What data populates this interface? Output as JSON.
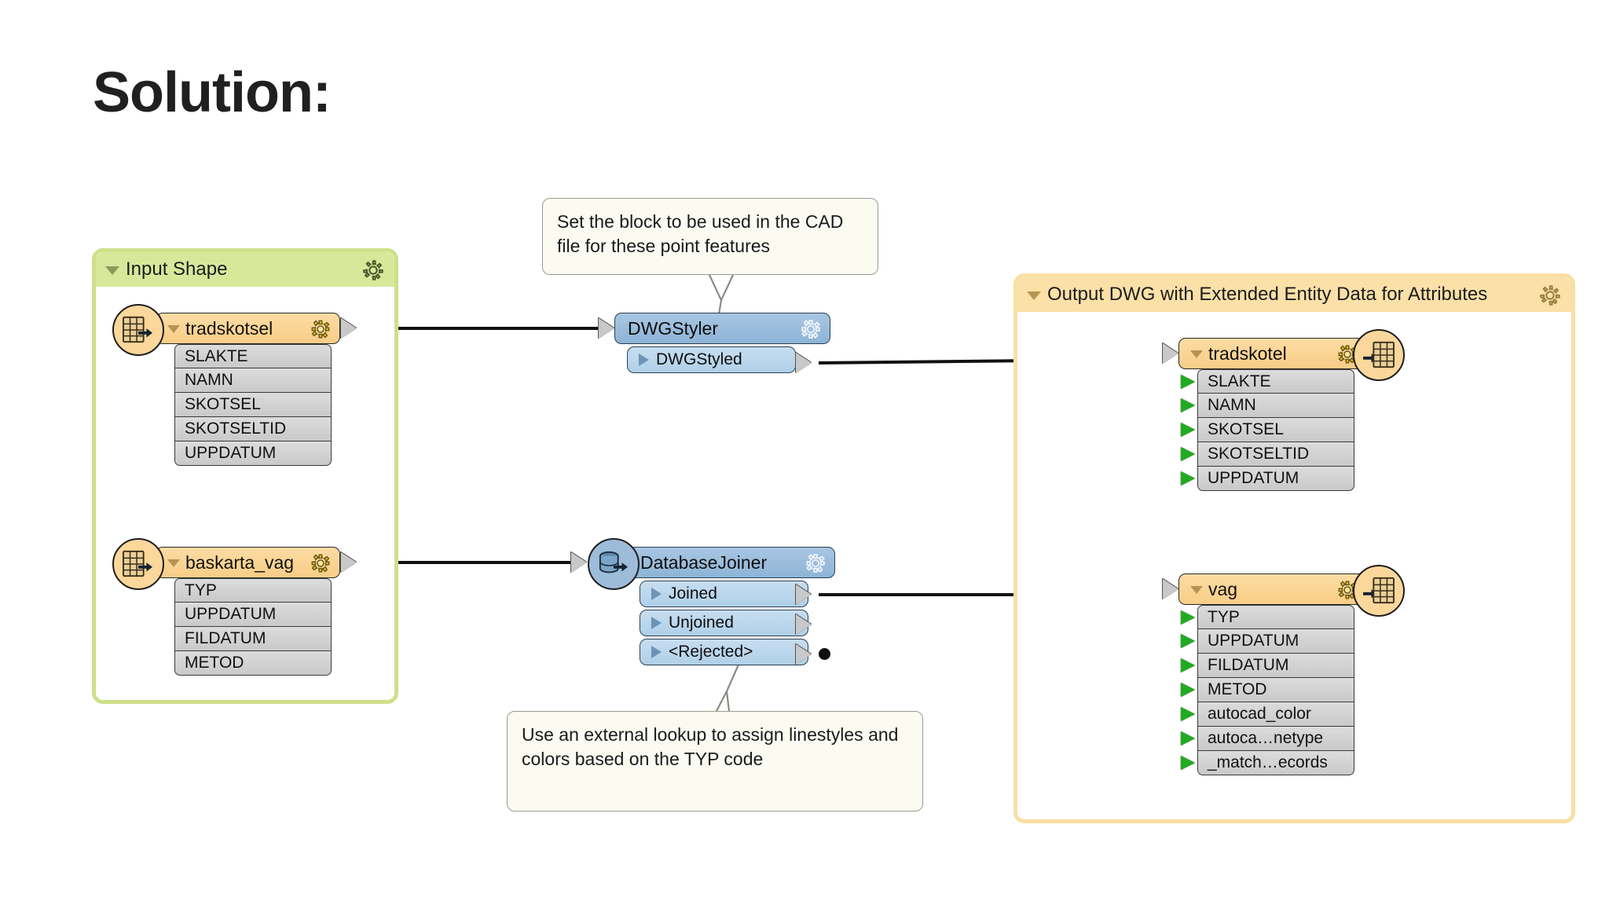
{
  "slide": {
    "title": "Solution:"
  },
  "groups": {
    "input": {
      "title": "Input Shape",
      "color": "#d8e89b",
      "border": "#cfe08a",
      "gear_icon": "gear-icon",
      "collapse_icon": "triangle-down-icon"
    },
    "output": {
      "title": "Output DWG with Extended Entity Data for Attributes",
      "color": "#fbe0a8",
      "border": "#fadfa4",
      "gear_icon": "gear-icon",
      "collapse_icon": "triangle-down-icon"
    }
  },
  "readers": [
    {
      "name": "tradskotsel",
      "icon": "table-reader-icon",
      "gear_icon": "gear-icon",
      "collapse_icon": "triangle-down-icon",
      "attributes": [
        "SLAKTE",
        "NAMN",
        "SKOTSEL",
        "SKOTSELTID",
        "UPPDATUM"
      ]
    },
    {
      "name": "baskarta_vag",
      "icon": "table-reader-icon",
      "gear_icon": "gear-icon",
      "collapse_icon": "triangle-down-icon",
      "attributes": [
        "TYP",
        "UPPDATUM",
        "FILDATUM",
        "METOD"
      ]
    }
  ],
  "transformers": [
    {
      "name": "DWGStyler",
      "icon": "",
      "gear_icon": "gear-icon",
      "ports": [
        "DWGStyled"
      ]
    },
    {
      "name": "DatabaseJoiner",
      "icon": "database-icon",
      "gear_icon": "gear-icon",
      "ports": [
        "Joined",
        "Unjoined",
        "<Rejected>"
      ]
    }
  ],
  "writers": [
    {
      "name": "tradskotel",
      "icon": "table-writer-icon",
      "gear_icon": "gear-icon",
      "collapse_icon": "triangle-down-icon",
      "attributes": [
        "SLAKTE",
        "NAMN",
        "SKOTSEL",
        "SKOTSELTID",
        "UPPDATUM"
      ]
    },
    {
      "name": "vag",
      "icon": "table-writer-icon",
      "gear_icon": "gear-icon",
      "collapse_icon": "triangle-down-icon",
      "attributes": [
        "TYP",
        "UPPDATUM",
        "FILDATUM",
        "METOD",
        "autocad_color",
        "autoca…netype",
        "_match…ecords"
      ]
    }
  ],
  "annotations": [
    {
      "id": "anno-dwgstyler",
      "text": "Set the block to be used in the CAD file for these point features"
    },
    {
      "id": "anno-databasejoiner",
      "text": "Use an external lookup to assign linestyles and colors based on the TYP code"
    }
  ]
}
